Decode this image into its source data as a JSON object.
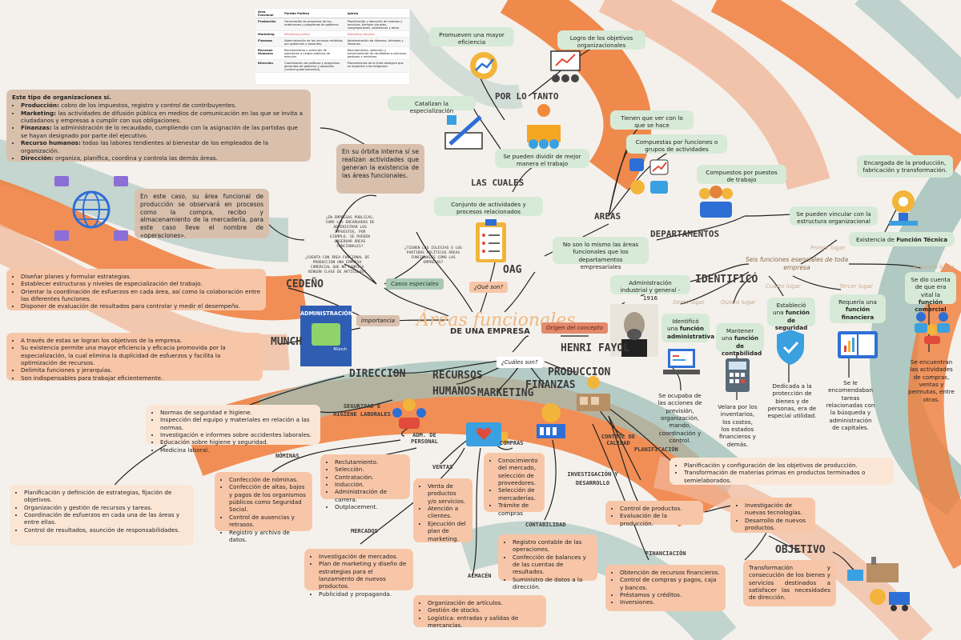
{
  "title": "Áreas funcionales",
  "subtitle": "DE UNA EMPRESA",
  "table": {
    "headers": [
      "Área Funcional",
      "Partido Político",
      "Iglesia"
    ],
    "rows": [
      [
        "Producción",
        "Formulación de proyectos de ley, ordenanzas y programas de gobierno.",
        "Planificación y ejecución de eventos y servicios, tiempos visuales, congregaciones, asistencias y otros."
      ],
      [
        "Marketing",
        "Marketing político",
        "Marketing religioso"
      ],
      [
        "Finanzas",
        "Administración de los recursos recibidos por gobiernos y donantes.",
        "Administración de diezmos, ofrendas y limosnas."
      ],
      [
        "Recursos Humanos",
        "Reclutamiento y selección de aspirantes a cargos públicos de elección.",
        "Reclutamiento, selección y entrenamiento de candidatos a párrocos, pastores y ministros."
      ],
      [
        "Dirección",
        "Coordinación de políticas y programas generales de gobierno y oposición (control gubernamental).",
        "Planeamiento de la línea teológica que se impartirá a los feligreses."
      ]
    ]
  },
  "tipo_box": {
    "heading": "Este tipo de organizaciones sí.",
    "items": [
      {
        "k": "Producción:",
        "v": " cobro de los impuestos, registro y control de contribuyentes."
      },
      {
        "k": "Marketing:",
        "v": " las actividades de difusión pública en medios de comunicación en las que se invita a ciudadanos y empresas a cumplir con sus obligaciones."
      },
      {
        "k": "Finanzas:",
        "v": " la administración de lo recaudado, cumpliendo con la asignación de las partidas que se hayan designado por parte del ejecutivo."
      },
      {
        "k": "Recurso humanos:",
        "v": " todas las labores tendientes al bienestar de los empleados de la organización."
      },
      {
        "k": "Dirección:",
        "v": " organiza, planifica, coordina y controla las demás áreas."
      }
    ]
  },
  "orbita_text": "En su órbita interna sí se realizan actividades que generan la existencia de las áreas funcionales.",
  "caso_text": "En este caso, su área funcional de producción se observará en procesos como la compra, recibo y almacenamiento de la mercadería, para este caso lleve el nombre de «operaciones».",
  "question1": "¿EN EMPRESAS PÚBLICAS, COMO LAS ENCARGADAS DE ADMINISTRAR LOS IMPUESTOS, POR EJEMPLO, SE PUEDEN OBSERVAR ÁREAS FUNCIONALES?",
  "question2": "¿CUENTA CON ÁREA FUNCIONAL DE PRODUCCIÓN UNA EMPRESA COMERCIAL QUE NO FABRICA NINGÚN CLASE DE ARTÍCULOS?",
  "question3": "¿TIENEN LAS IGLESIAS O LOS PARTIDOS POLÍTICOS ÁREAS FUNCIONALES COMO LAS EMPRESAS?",
  "casos_especiales": "Casos especiales",
  "cedeno": "CEDEÑO",
  "cedeno_items": [
    "Diseñar planes y formular estrategias.",
    "Establecer estructuras y niveles de especialización del trabajo.",
    "Orientar la coordinación de esfuerzos en cada área, así como la colaboración entre las diferentes funciones.",
    "Disponer de evaluación de resultados para controlar y medir el desempeño."
  ],
  "importancia": "Importancia",
  "book_title": "ADMINISTRACIÓN",
  "book_author": "Münch",
  "munch": "MUNCH",
  "munch_items": [
    "A través de estas se logran los objetivos de la empresa.",
    "Su existencia permite una mayor eficiencia y eficacia promovida por la especialización, la cual elimina la duplicidad de esfuerzos y facilita la optimización de recursos.",
    "Delimita funciones y jerarquías.",
    "Son indispensables para trabajar eficientemente."
  ],
  "que_son": "¿Qué son?",
  "cuales_son": "¿Cuáles son?",
  "origen": "Origen del concepto",
  "las_cuales": "LAS CUALES",
  "por_lo_tanto": "POR LO TANTO",
  "promueven": "Promueven una mayor eficiencia",
  "logro": "Logro de los objetivos organizacionales",
  "catalizan": "Catalizan la especialización",
  "dividir": "Se pueden dividir de mejor manera el trabajo",
  "conjunto": "Conjunto de actividades y procesos relacionados",
  "oag": "OAG",
  "no_son": "No son lo mismo las áreas funcionales que los departamentos empresariales",
  "areas": "AREAS",
  "departamentos": "DEPARTAMENTOS",
  "tienen": "Tienen que ver con lo que se hace",
  "compuestas_funciones": "Compuestas por funciones o grupos de actividades",
  "compuestos_puestos": "Compuestos por puestos de trabajo",
  "vincular": "Se pueden vincular con la estructura organizacional",
  "encargada": "Encargada de la producción, fabricación y transformación.",
  "tecnica": {
    "pre": "Existencia de ",
    "bold": "Función Técnica"
  },
  "primer_lugar": "Primer lugar",
  "seis_funciones": "Seis funciones esenciales de toda empresa",
  "segundo_lugar": "Segundo lugar",
  "comercial": {
    "pre": "Se dio cuenta de que era vital la ",
    "bold": "función comercial"
  },
  "compras_text": "Se encuentran las actividades de compras, ventas y permutas, entre otras.",
  "identifico": "IDENTIFICÓ",
  "admin_industrial": "Administración industrial y general - 1916",
  "henri": "HENRI FAYOL",
  "sexto": "Sexto lugar",
  "quinto": "Quinto lugar",
  "cuarto": "Cuarto lugar",
  "tercer": "Tercer lugar",
  "f_admin": {
    "pre": "Identificó una ",
    "bold": "función administrativa"
  },
  "f_contab": {
    "pre": "Mantener una ",
    "bold": "función de contabilidad"
  },
  "f_seg": {
    "pre": "Estableció una ",
    "bold": "función de seguridad"
  },
  "f_fin": {
    "pre": "Requería una ",
    "bold": "función financiera"
  },
  "d_admin": "Se ocupaba de las acciones de previsión, organización, mando, coordinación y control.",
  "d_contab": "Velara por los inventarios, los costos, los estados financieros y demás.",
  "d_seg": "Dedicada a la protección de bienes y de personas, era de especial utilidad.",
  "d_fin": "Se le encomendaban tareas relacionadas con la búsqueda y administración de capitales.",
  "direccion": "DIRECCION",
  "rrhh": "RECURSOS HUMANOS",
  "marketing": "MARKETING",
  "finanzas": "FINANZAS",
  "produccion": "PRODUCCION",
  "seguridad": "SEGURIDAD E HIGIENE LABORALES",
  "seguridad_items": [
    "Normas de seguridad e higiene.",
    "Inspección del equipo y materiales en relación a las normas.",
    "Investigación e informes sobre accidentes laborales.",
    "Educación sobre higiene y seguridad.",
    "Medicina laboral."
  ],
  "adm_personal": "ADM. DE PERSONAL",
  "nominas": "NÓMINAS",
  "nominas_items": [
    "Confección de nóminas.",
    "Confección de altas, bajos y pagos de los organismos públicos como Seguridad Social.",
    "Control de ausencias y retrasos.",
    "Registro y archivo de datos."
  ],
  "recl_items": [
    "Reclutamiento.",
    "Selección.",
    "Contratación.",
    "Inducción.",
    "Administración de carrera.",
    "Outplacement."
  ],
  "direccion_items": [
    "Planificación y definición de estrategias, fijación de objetivos.",
    "Organización y gestión de recursos y tareas.",
    "Coordinación de esfuerzos en cada una de las áreas y entre ellas.",
    "Control de resultados, asunción de responsabilidades."
  ],
  "ventas": "VENTAS",
  "ventas_items": [
    "Venta de productos y/o servicios.",
    "Atención a clientes.",
    "Ejecución del plan de marketing."
  ],
  "compras": "COMPRAS",
  "compras_items": [
    "Conocimiento del mercado, selección de proveedores.",
    "Selección de mercaderías.",
    "Trámite de compras"
  ],
  "mercados": "MERCADOS",
  "mercados_items": [
    "Investigación de mercados.",
    "Plan de marketing y diseño de estrategias para el lanzamiento de nuevos productos.",
    "Publicidad y propaganda."
  ],
  "contabilidad": "CONTABILIDAD",
  "contab_items": [
    "Registro contable de las operaciones.",
    "Confección de balances y de las cuentas de resultados.",
    "Suministro de datos a la dirección."
  ],
  "almacen": "ALMACÉN",
  "almacen_items": [
    "Organización de artículos.",
    "Gestión de stocks.",
    "Logística: entradas y salidas de mercancías."
  ],
  "control_calidad": "CONTROL DE CALIDAD",
  "planificacion": "PLANIFICACIÓN",
  "plan_items": [
    "Planificación y configuración de los objetivos de producción.",
    "Transformación de materias primas en productos terminados o semielaborados."
  ],
  "id": "INVESTIGACIÓN Y DESARROLLO",
  "id_items": [
    "Investigación de nuevas tecnologías.",
    "Desarrollo de nuevos productos."
  ],
  "control_items": [
    "Control de productos.",
    "Evaluación de la producción."
  ],
  "financiacion": "FINANCIACIÓN",
  "fin_items": [
    "Obtención de recursos financieros.",
    "Control de compras y pagos, caja y bancos.",
    "Préstamos y créditos.",
    "Inversiones."
  ],
  "objetivo": "OBJETIVO",
  "objetivo_text": "Transformación y consecución de los bienes y servicios destinados a satisfacer las necesidades de dirección."
}
